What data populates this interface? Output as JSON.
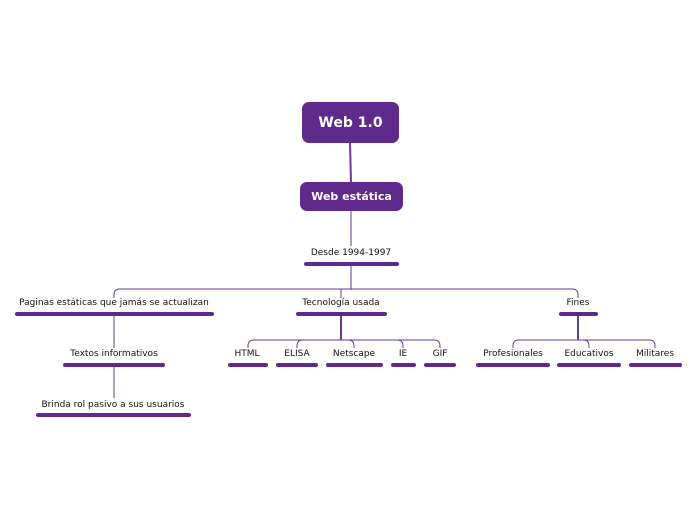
{
  "root": {
    "label": "Web 1.0"
  },
  "main": {
    "label": "Web estática"
  },
  "since": {
    "label": "Desde 1994-1997"
  },
  "branches": {
    "static": {
      "label": "Paginas estáticas que jamás se actualizan",
      "child": {
        "label": "Textos informativos"
      },
      "grandchild": {
        "label": "Brinda rol pasivo a sus usuarios"
      }
    },
    "tech": {
      "label": "Tecnología usada",
      "items": [
        "HTML",
        "ELISA",
        "Netscape",
        "IE",
        "GIF"
      ]
    },
    "ends": {
      "label": "Fines",
      "items": [
        "Profesionales",
        "Educativos",
        "Militares"
      ]
    }
  },
  "colors": {
    "node": "#5e2a8c",
    "line": "#6a3a96",
    "text": "#111111"
  }
}
